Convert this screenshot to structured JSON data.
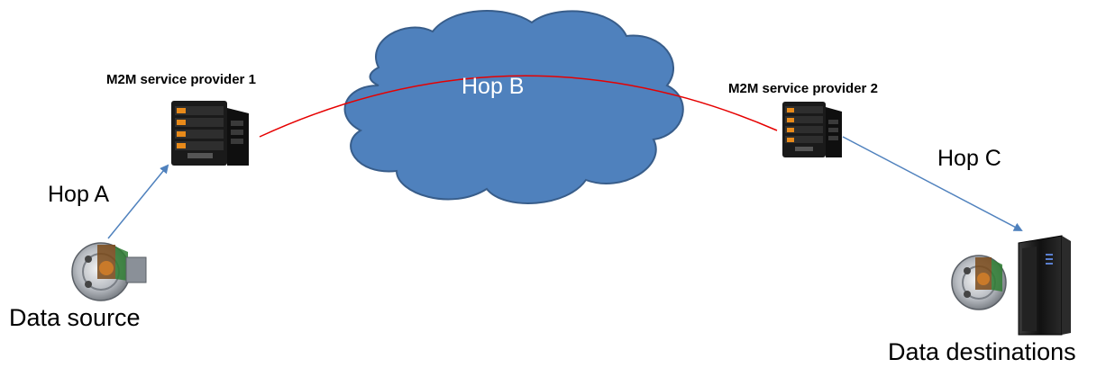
{
  "providers": {
    "p1": {
      "label": "M2M service provider 1"
    },
    "p2": {
      "label": "M2M service provider 2"
    }
  },
  "hops": {
    "a": "Hop A",
    "b": "Hop B",
    "c": "Hop C"
  },
  "endpoints": {
    "source": "Data source",
    "destinations": "Data destinations"
  },
  "colors": {
    "cloud_fill": "#4f81bd",
    "cloud_stroke": "#385d8a",
    "hop_b_line": "#e60000",
    "hop_arrow": "#4f81bd",
    "server_body": "#1a1a1a",
    "drive_orange": "#e88a1a"
  },
  "icons": {
    "server": "server-rack-icon",
    "device": "differential-gear-icon",
    "tower": "computer-tower-icon"
  }
}
